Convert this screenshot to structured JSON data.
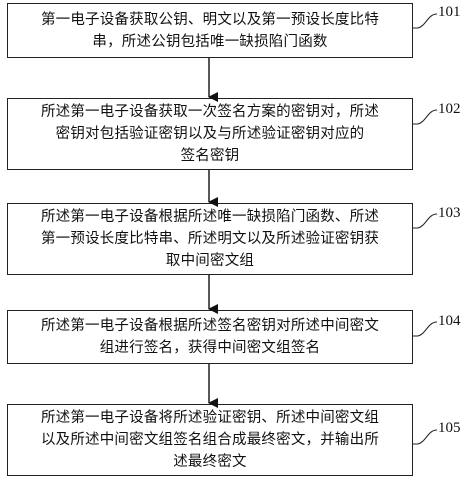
{
  "steps": [
    {
      "num": "101",
      "text": "第一电子设备获取公钥、明文以及第一预设长度比特\n串，所述公钥包括唯一缺损陷门函数"
    },
    {
      "num": "102",
      "text": "所述第一电子设备获取一次签名方案的密钥对，所述\n密钥对包括验证密钥以及与所述验证密钥对应的\n签名密钥"
    },
    {
      "num": "103",
      "text": "所述第一电子设备根据所述唯一缺损陷门函数、所述\n第一预设长度比特串、所述明文以及所述验证密钥获\n取中间密文组"
    },
    {
      "num": "104",
      "text": "所述第一电子设备根据所述签名密钥对所述中间密文\n组进行签名，获得中间密文组签名"
    },
    {
      "num": "105",
      "text": "所述第一电子设备将所述验证密钥、所述中间密文组\n以及所述中间密文组签名组合成最终密文，并输出所\n述最终密文"
    }
  ]
}
